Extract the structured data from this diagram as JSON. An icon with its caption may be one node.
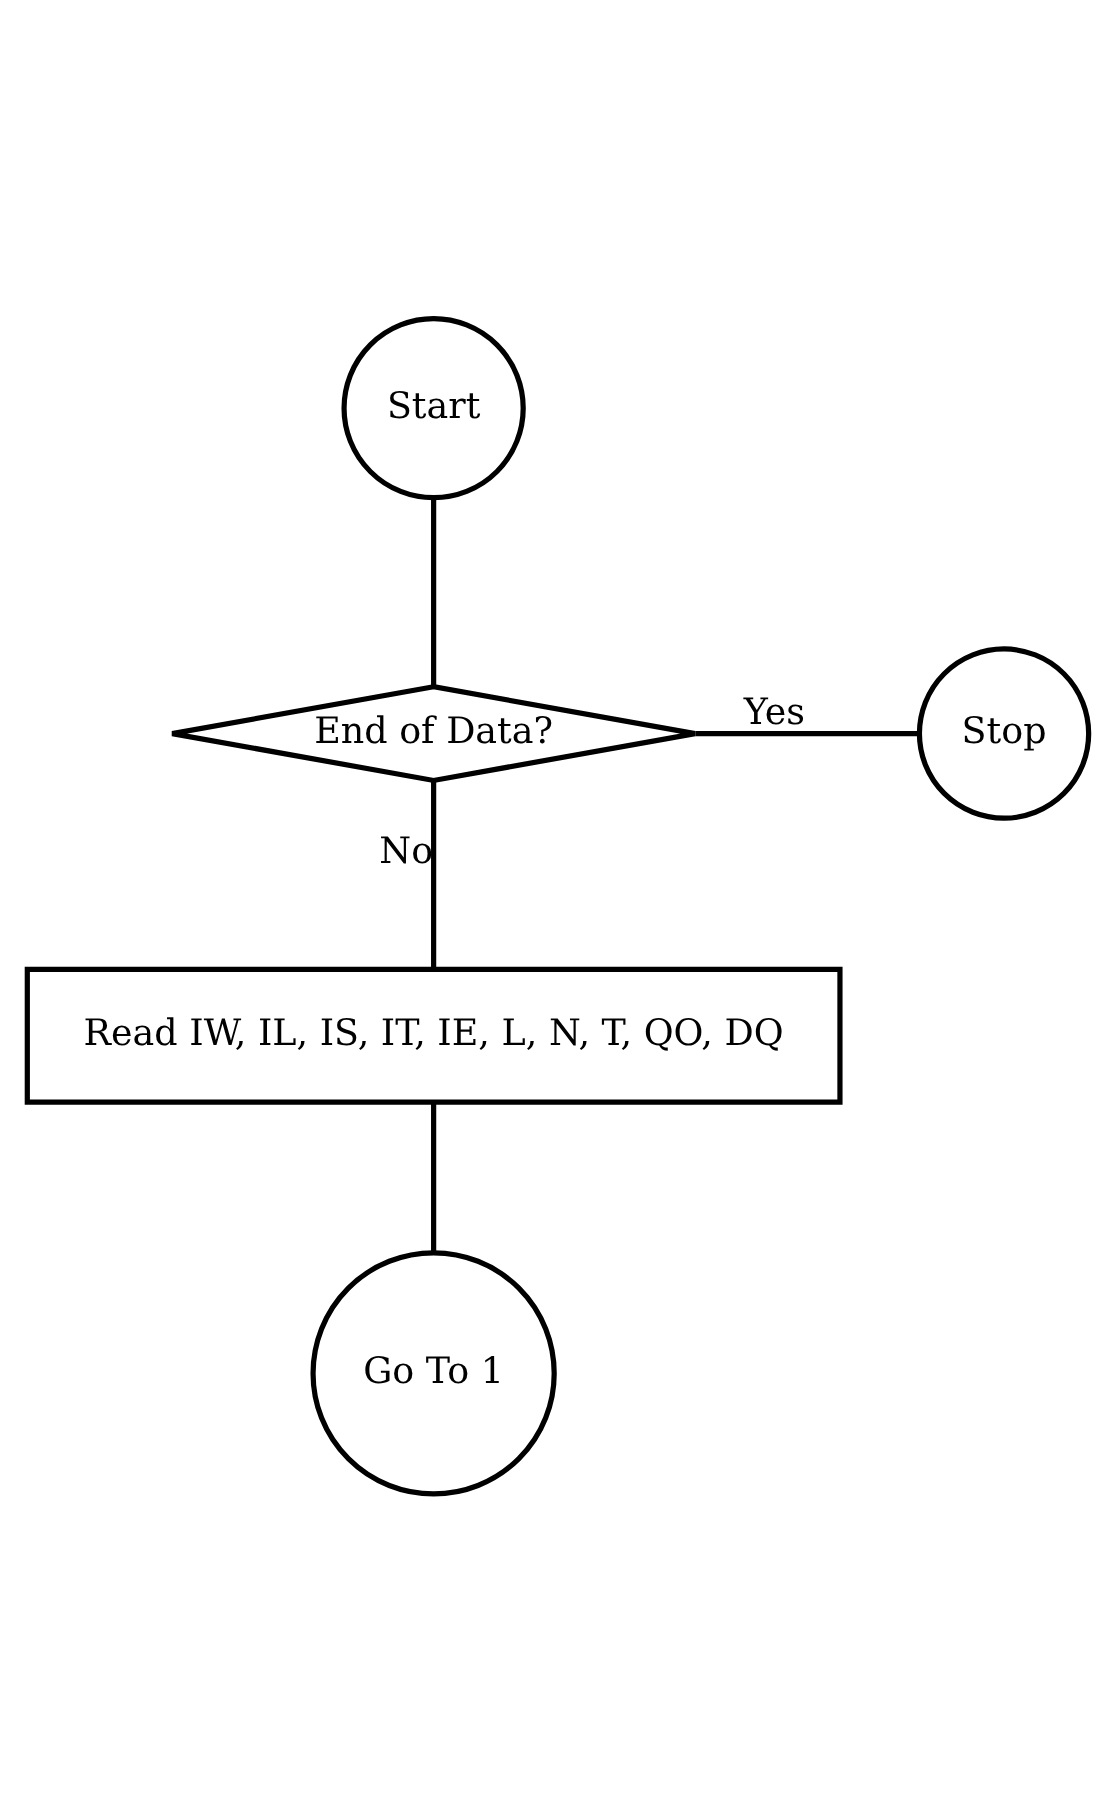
{
  "diagram": {
    "nodes": [
      {
        "text": [
          "Start"
        ]
      },
      {
        "text": [
          "End of Data?"
        ]
      },
      {
        "text": [
          "Stop"
        ]
      },
      {
        "text": [
          "Read IW, IL, IS, IT, IE, L, N, T, QO, DQ"
        ]
      },
      {
        "text": [
          "Go To 1"
        ]
      }
    ],
    "edges": [
      {
        "from": 0,
        "to": 1,
        "arrow": "none"
      },
      {
        "from": 1,
        "to": 2,
        "arrow": "none",
        "label": "Yes"
      },
      {
        "from": 1,
        "to": 3,
        "arrow": "none",
        "label": "No"
      },
      {
        "from": 3,
        "to": 4,
        "arrow": "none"
      }
    ]
  }
}
